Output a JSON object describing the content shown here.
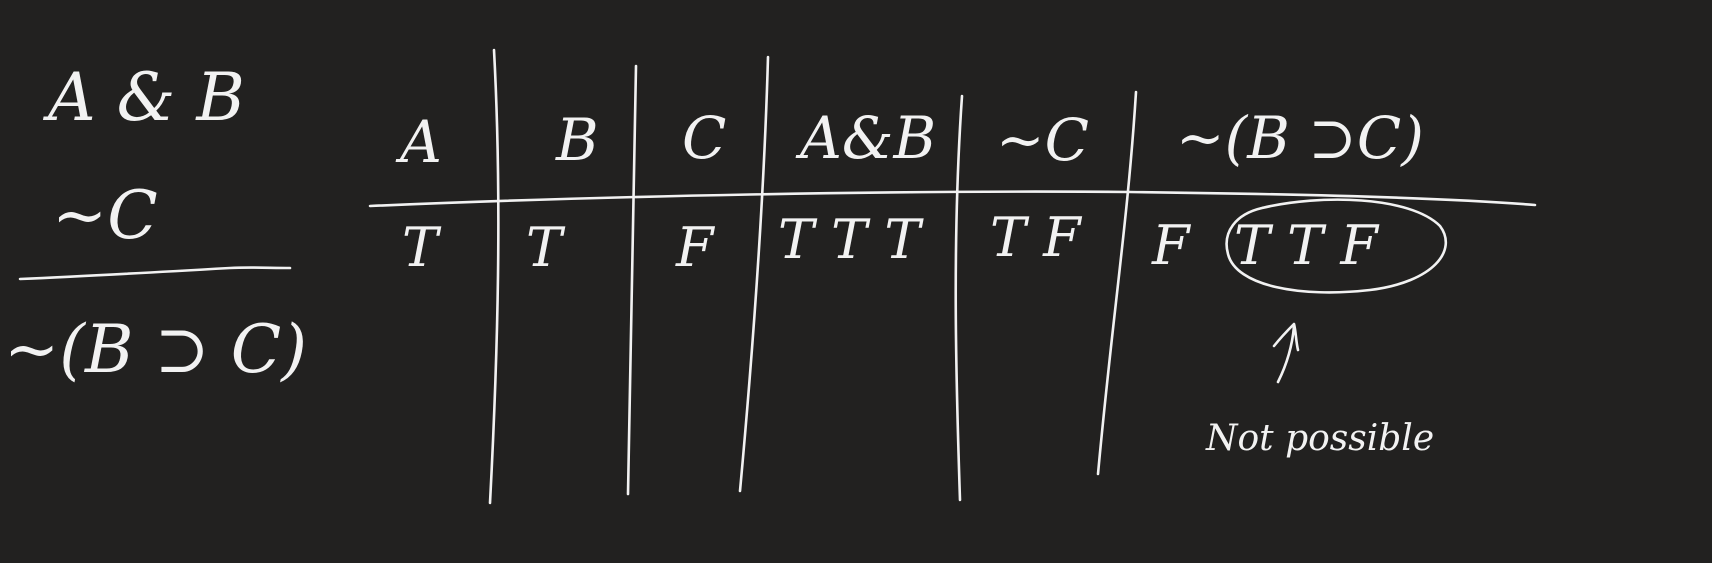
{
  "argument": {
    "premises": [
      "A & B",
      "~C"
    ],
    "conclusion": "~(B ⊃ C)"
  },
  "truth_table": {
    "headers": [
      "A",
      "B",
      "C",
      "A&B",
      "~C",
      "~(B ⊃C)"
    ],
    "row": [
      "T",
      "T",
      "F",
      "T T T",
      "T F",
      "F",
      "T T F"
    ]
  },
  "annotation": {
    "note": "Not possible"
  },
  "colors": {
    "background": "#222120",
    "ink": "#f2f2f2"
  }
}
